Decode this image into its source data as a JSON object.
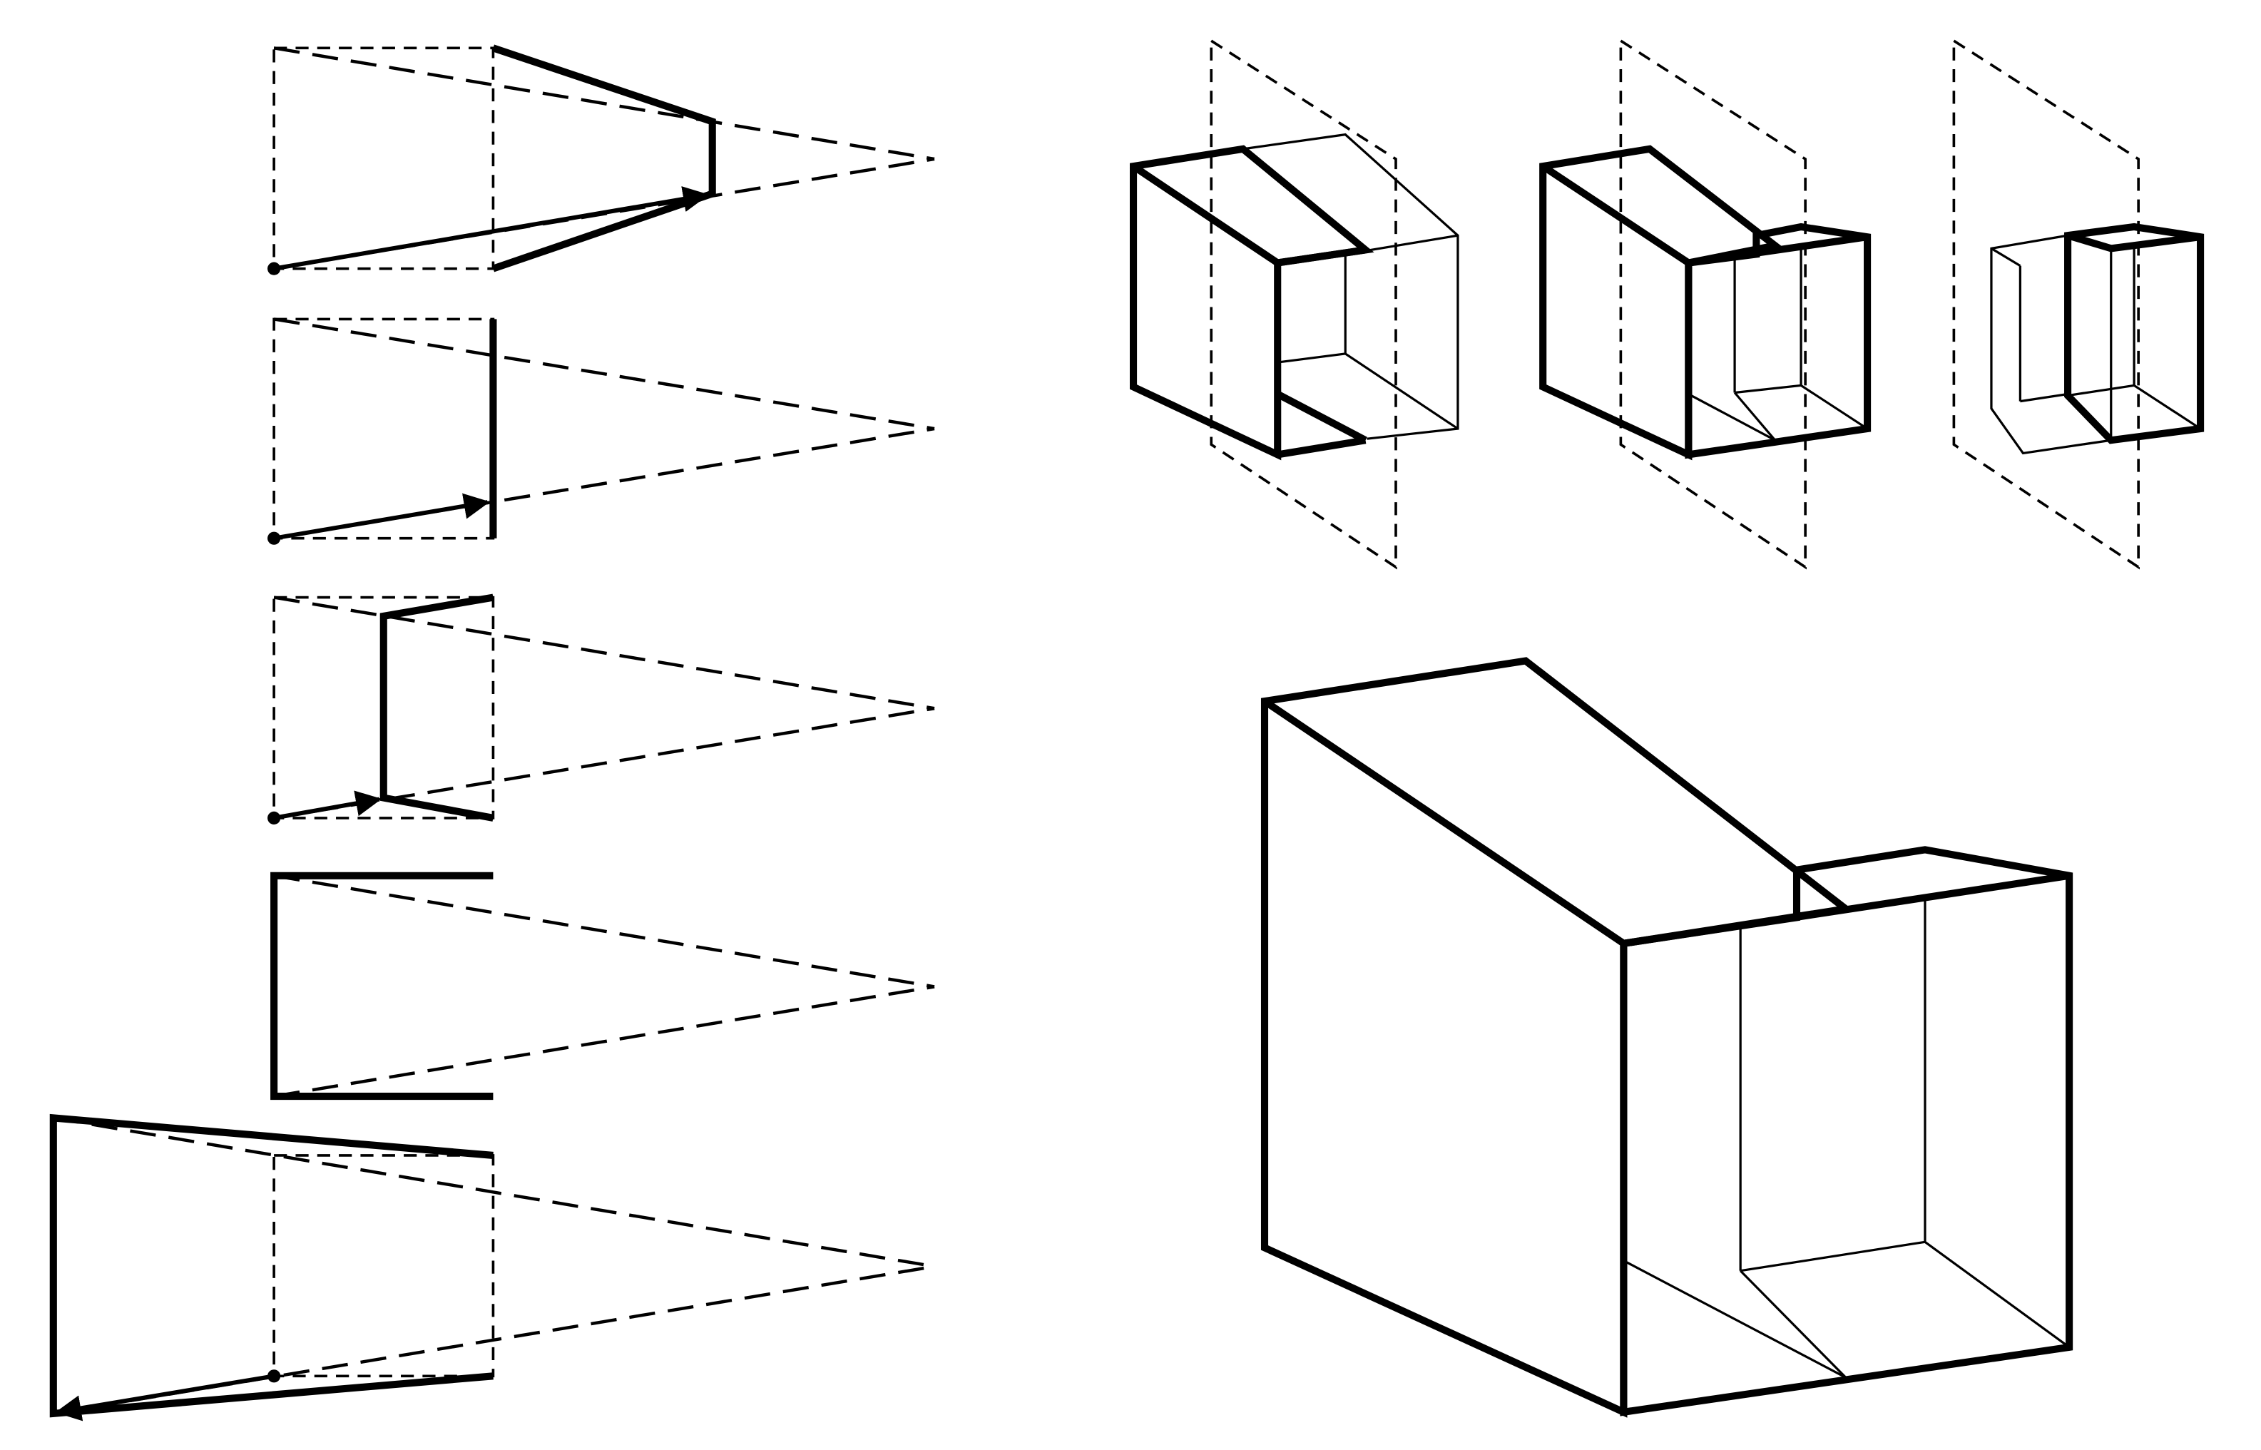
{
  "figure": {
    "left_panel": {
      "rows": [
        "row-1",
        "row-2",
        "row-3",
        "row-4",
        "row-5"
      ],
      "vanishing_point_style": "dashed-projection-lines",
      "observer_marker": "filled-dot"
    },
    "right_panel": {
      "small_models": [
        "model-a",
        "model-b",
        "model-c"
      ],
      "cutting_plane_style": "dashed-parallelogram",
      "large_model": "model-large"
    },
    "colors": {
      "stroke": "#000000",
      "background": "#ffffff"
    }
  }
}
